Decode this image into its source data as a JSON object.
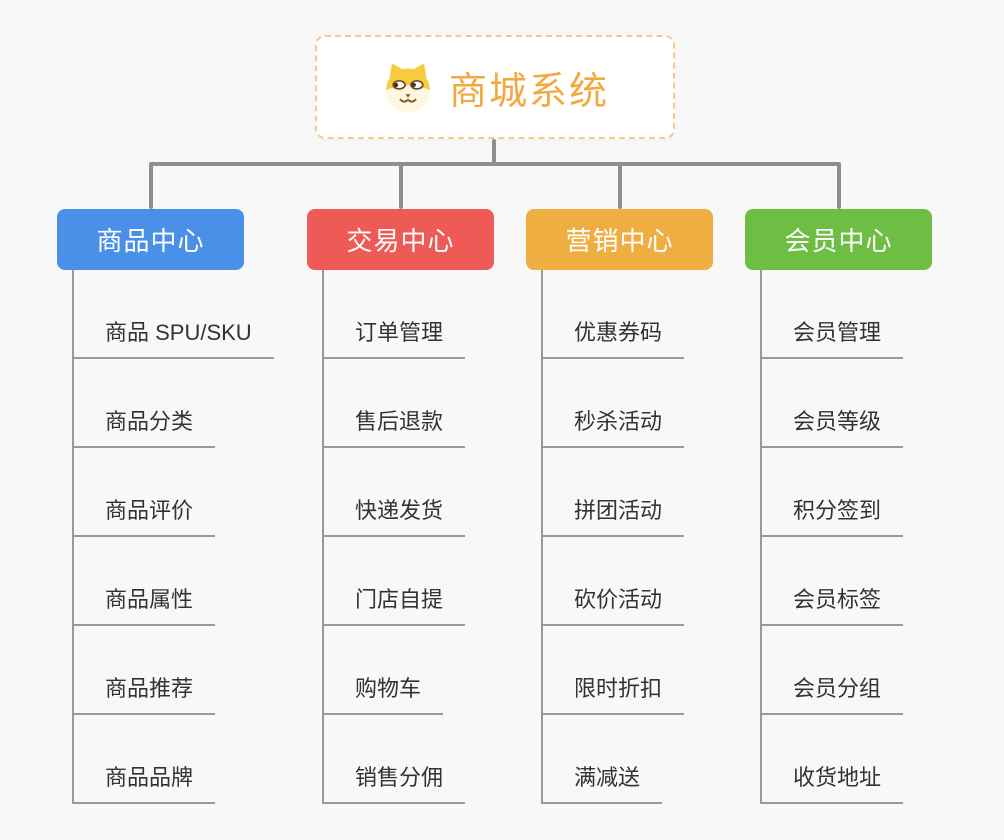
{
  "page": {
    "background_color": "#F8F8F8",
    "connector_color": "#8E8E8E"
  },
  "root": {
    "title": "商城系统",
    "icon": "dog-face-icon",
    "accent_color": "#F2A93F",
    "border_color": "#F5CB8A"
  },
  "branches": [
    {
      "label": "商品中心",
      "color": "#4A90E8",
      "items": [
        "商品 SPU/SKU",
        "商品分类",
        "商品评价",
        "商品属性",
        "商品推荐",
        "商品品牌"
      ]
    },
    {
      "label": "交易中心",
      "color": "#EE5A55",
      "items": [
        "订单管理",
        "售后退款",
        "快递发货",
        "门店自提",
        "购物车",
        "销售分佣"
      ]
    },
    {
      "label": "营销中心",
      "color": "#EFAE41",
      "items": [
        "优惠券码",
        "秒杀活动",
        "拼团活动",
        "砍价活动",
        "限时折扣",
        "满减送"
      ]
    },
    {
      "label": "会员中心",
      "color": "#6FBE44",
      "items": [
        "会员管理",
        "会员等级",
        "积分签到",
        "会员标签",
        "会员分组",
        "收货地址"
      ]
    }
  ]
}
